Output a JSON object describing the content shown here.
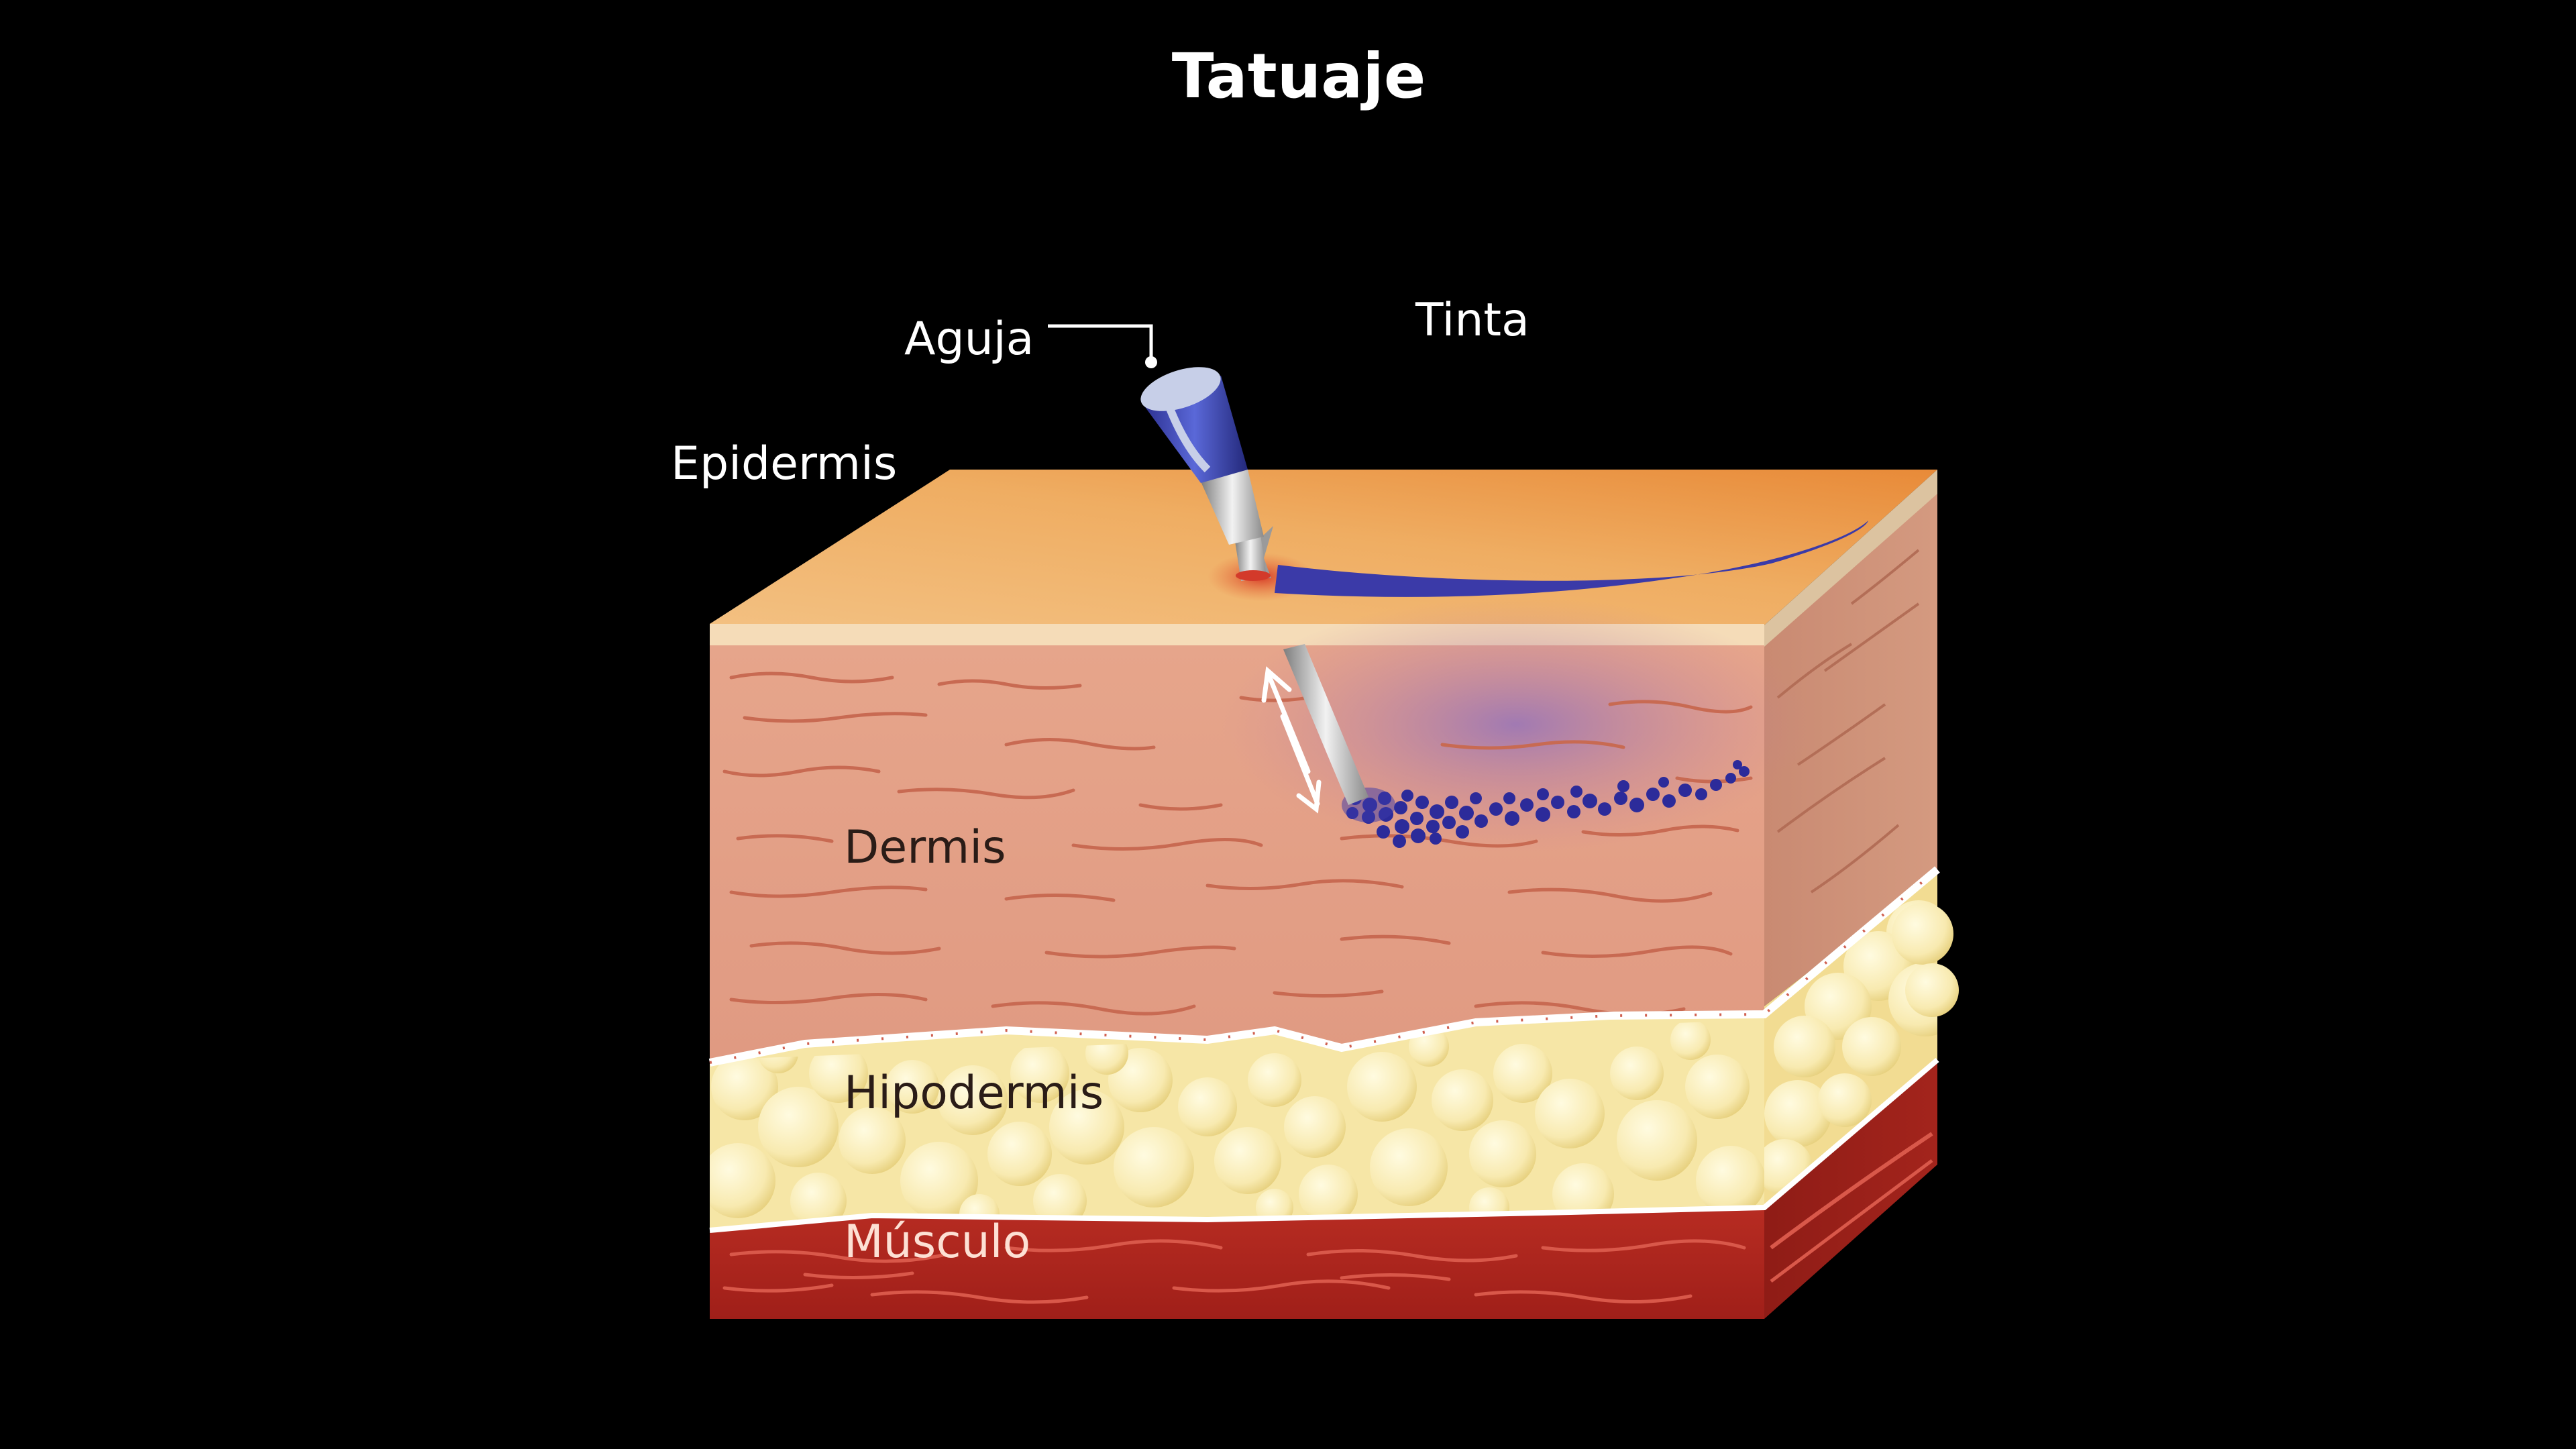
{
  "title": "Tatuaje",
  "labels": {
    "needle": "Aguja",
    "ink": "Tinta",
    "epidermis": "Epidermis",
    "dermis": "Dermis",
    "hypodermis": "Hipodermis",
    "muscle": "Músculo"
  },
  "colors": {
    "background": "#000000",
    "epidermis_top": "#f0b46a",
    "dermis": "#e3a086",
    "fat": "#f8ecb2",
    "muscle": "#b3261e",
    "ink": "#3b3aa8"
  }
}
